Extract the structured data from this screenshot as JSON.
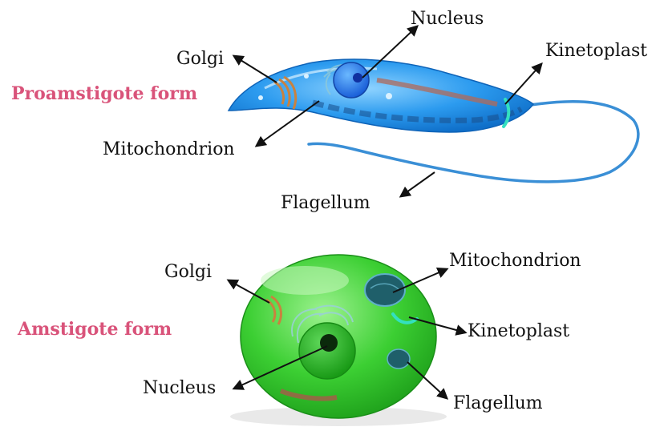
{
  "colors": {
    "form_title": "#d9537a",
    "promastigote_body": "#1f8fe6",
    "amastigote_body": "#3fcf3a",
    "flagellum": "#3a8fd6",
    "kinetoplast": "#33e0c0"
  },
  "promastigote": {
    "title": "Proamstigote form",
    "labels": {
      "golgi": "Golgi",
      "nucleus": "Nucleus",
      "kinetoplast": "Kinetoplast",
      "mitochondrion": "Mitochondrion",
      "flagellum": "Flagellum"
    }
  },
  "amastigote": {
    "title": "Amstigote form",
    "labels": {
      "golgi": "Golgi",
      "mitochondrion": "Mitochondrion",
      "kinetoplast": "Kinetoplast",
      "nucleus": "Nucleus",
      "flagellum": "Flagellum"
    }
  }
}
